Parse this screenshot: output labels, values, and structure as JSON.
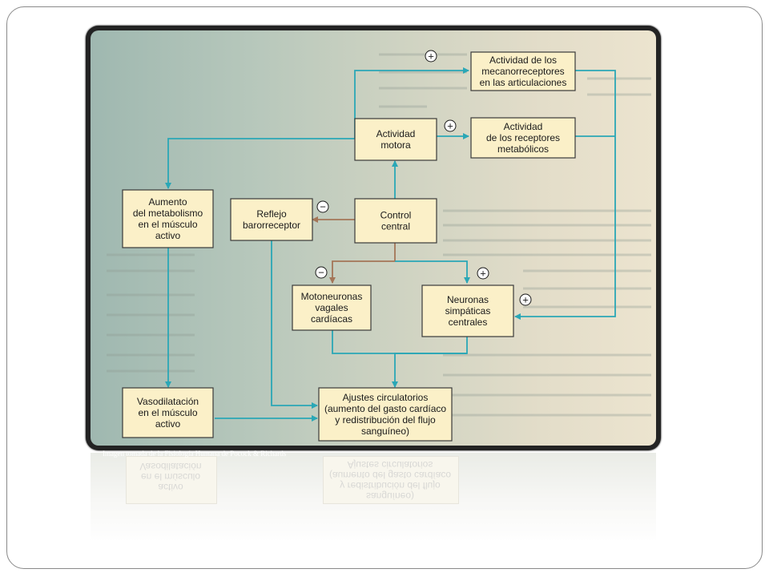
{
  "caption": "Imagen tomada de la Fisiología Humana de Pocock & Richards",
  "colors": {
    "box_fill": "#fbf0c8",
    "box_border": "#3a3a3a",
    "arrow_teal": "#2aa7b6",
    "arrow_brown": "#a47658",
    "frame": "#232323"
  },
  "nodes": {
    "mecanorreceptores": [
      "Actividad de los",
      "mecanorreceptores",
      "en las articulaciones"
    ],
    "actividad_motora": [
      "Actividad",
      "motora"
    ],
    "receptores_metabolicos": [
      "Actividad",
      "de los receptores",
      "metabólicos"
    ],
    "aumento_metabolismo": [
      "Aumento",
      "del metabolismo",
      "en el músculo",
      "activo"
    ],
    "reflejo_barorreceptor": [
      "Reflejo",
      "barorreceptor"
    ],
    "control_central": [
      "Control",
      "central"
    ],
    "motoneuronas_vagales": [
      "Motoneuronas",
      "vagales",
      "cardíacas"
    ],
    "neuronas_simpaticas": [
      "Neuronas",
      "simpáticas",
      "centrales"
    ],
    "vasodilatacion": [
      "Vasodilatación",
      "en el músculo",
      "activo"
    ],
    "ajustes_circulatorios": [
      "Ajustes circulatorios",
      "(aumento del gasto cardíaco",
      "y redistribución del flujo",
      "sanguíneo)"
    ]
  },
  "signs": {
    "plus_mecano": "+",
    "plus_metab": "+",
    "minus_baro": "−",
    "minus_vagal": "−",
    "plus_simp_top": "+",
    "plus_simp_right": "+"
  }
}
